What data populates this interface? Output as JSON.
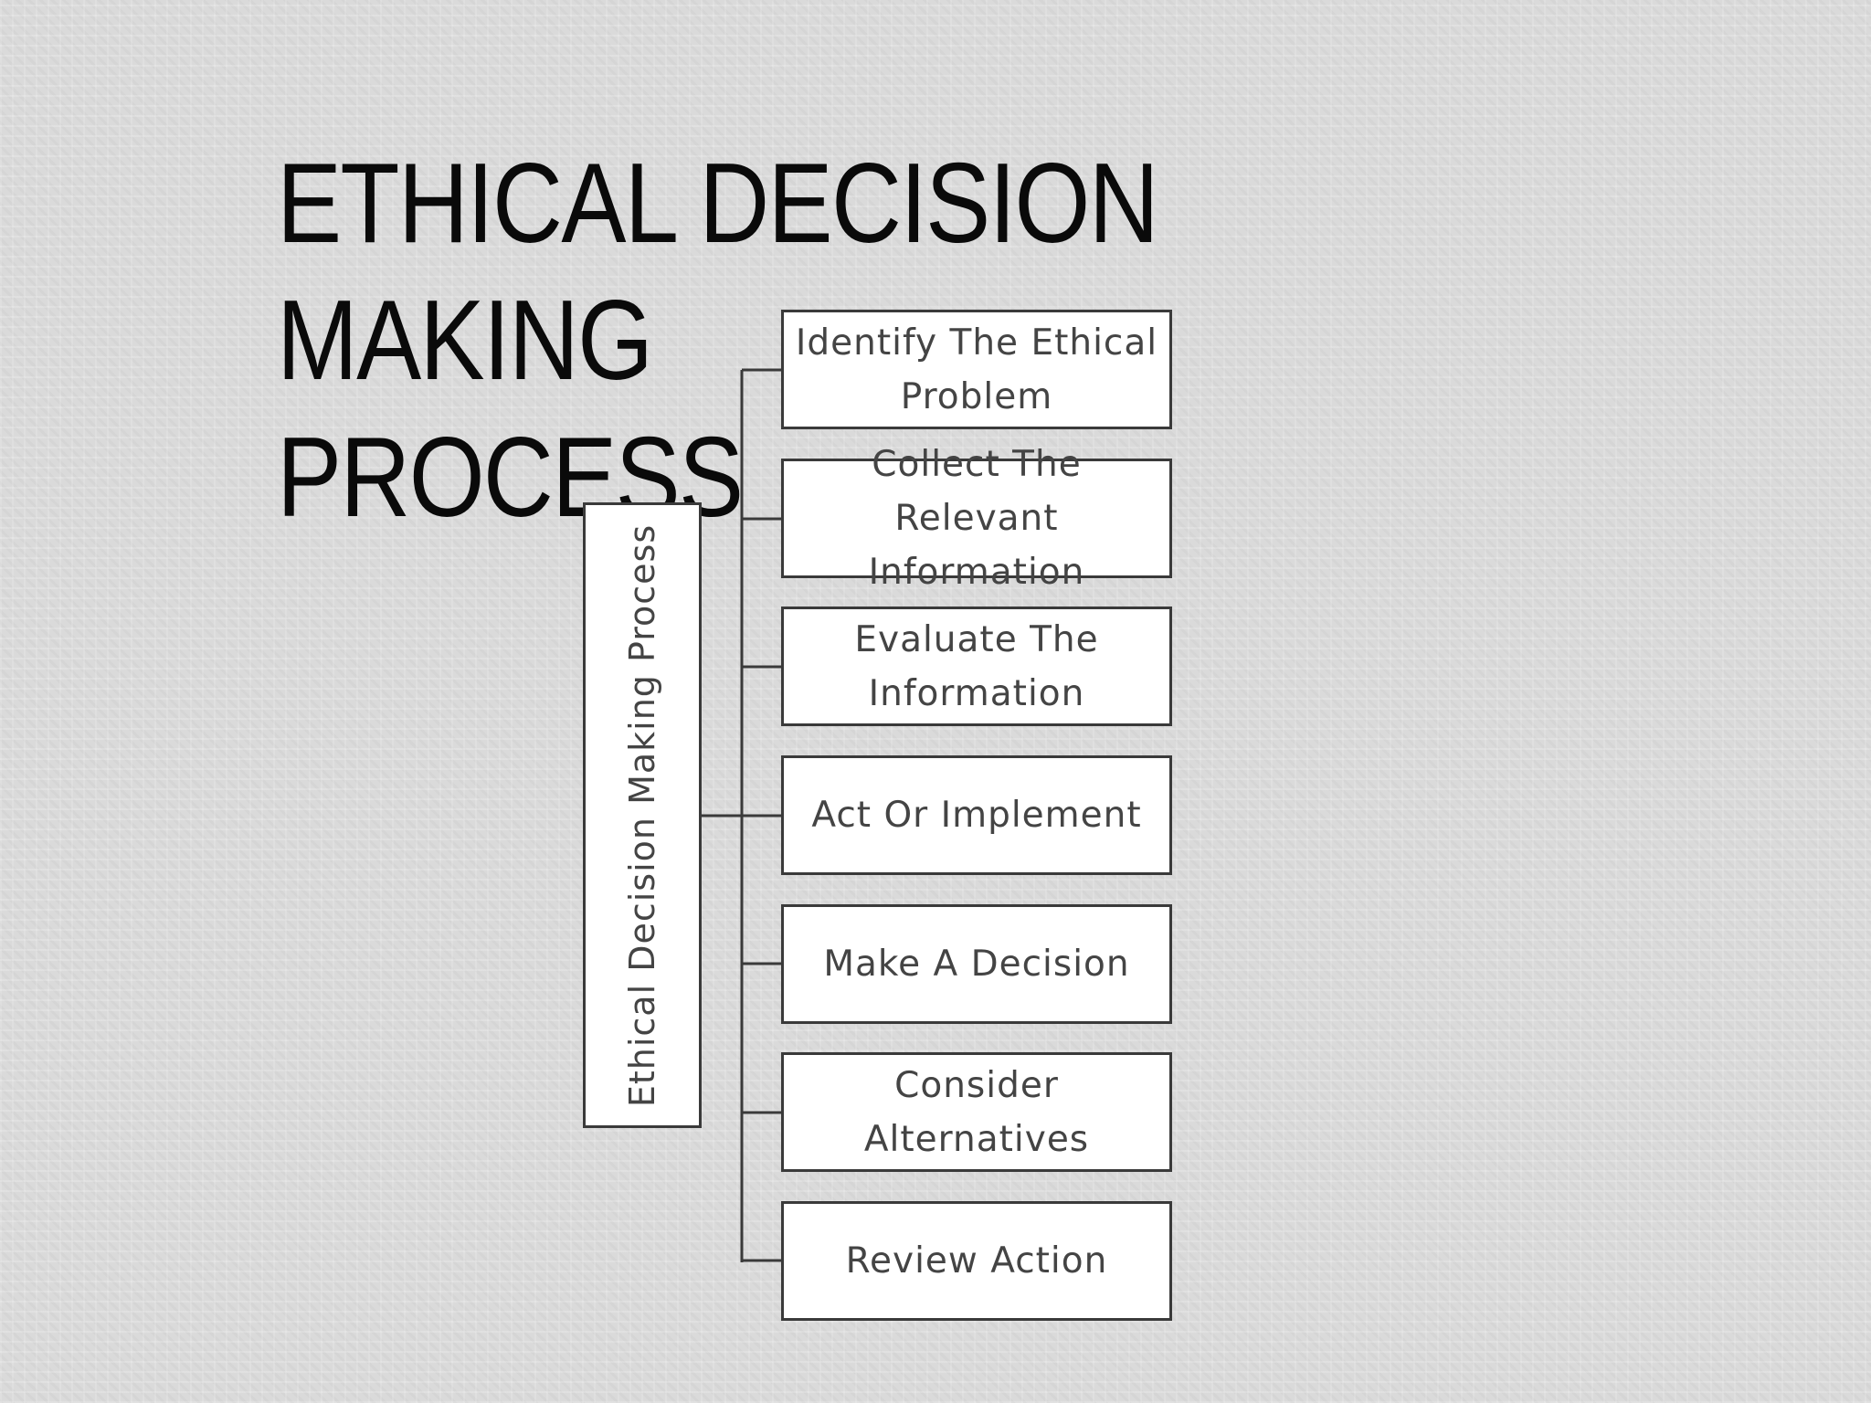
{
  "slide": {
    "title": "ETHICAL DECISION MAKING\nPROCESS"
  },
  "diagram": {
    "root": {
      "label": "Ethical Decision Making Process"
    },
    "steps": [
      {
        "label": "Identify The Ethical\nProblem"
      },
      {
        "label": "Collect The Relevant\nInformation"
      },
      {
        "label": "Evaluate The\nInformation"
      },
      {
        "label": "Act Or Implement"
      },
      {
        "label": "Make A Decision"
      },
      {
        "label": "Consider\nAlternatives"
      },
      {
        "label": "Review Action"
      }
    ],
    "colors": {
      "box_border": "#3a3a3a",
      "box_fill": "#ffffff",
      "text": "#444444",
      "title": "#0a0a0a",
      "background": "#dadada"
    }
  }
}
